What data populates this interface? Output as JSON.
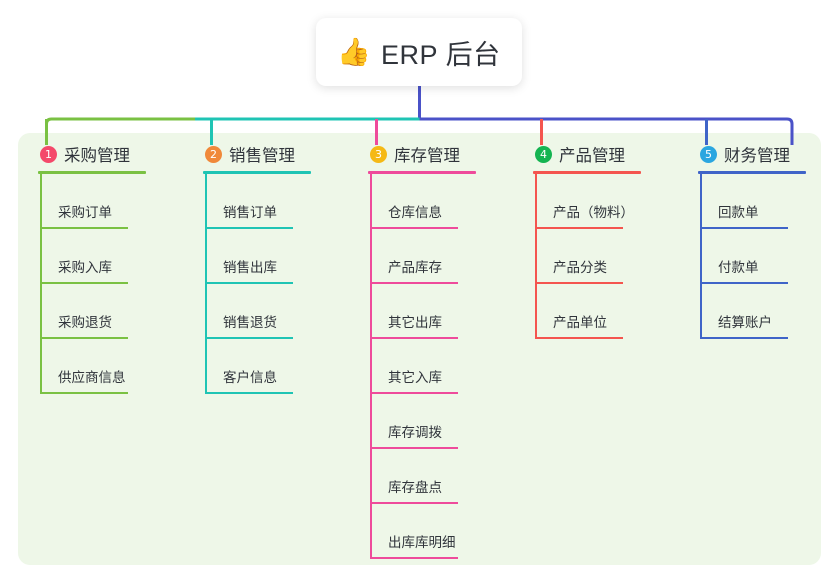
{
  "root": {
    "icon": "thumbs-up-icon",
    "emoji": "👍",
    "title": "ERP 后台"
  },
  "palette": {
    "page_background": "#ffffff",
    "panel_background": "#eef7e8",
    "text": "#30343b"
  },
  "columns": [
    {
      "number": "1",
      "title": "采购管理",
      "badge_color": "#f4496a",
      "line_color": "#7ac143",
      "items": [
        {
          "label": "采购订单"
        },
        {
          "label": "采购入库"
        },
        {
          "label": "采购退货"
        },
        {
          "label": "供应商信息"
        }
      ]
    },
    {
      "number": "2",
      "title": "销售管理",
      "badge_color": "#f0893a",
      "line_color": "#1fc4b4",
      "items": [
        {
          "label": "销售订单"
        },
        {
          "label": "销售出库"
        },
        {
          "label": "销售退货"
        },
        {
          "label": "客户信息"
        }
      ]
    },
    {
      "number": "3",
      "title": "库存管理",
      "badge_color": "#f5b915",
      "line_color": "#ee4b9b",
      "items": [
        {
          "label": "仓库信息"
        },
        {
          "label": "产品库存"
        },
        {
          "label": "其它出库"
        },
        {
          "label": "其它入库"
        },
        {
          "label": "库存调拨"
        },
        {
          "label": "库存盘点"
        },
        {
          "label": "出库库明细"
        }
      ]
    },
    {
      "number": "4",
      "title": "产品管理",
      "badge_color": "#14b451",
      "line_color": "#f4554f",
      "items": [
        {
          "label": "产品（物料）"
        },
        {
          "label": "产品分类"
        },
        {
          "label": "产品单位"
        }
      ]
    },
    {
      "number": "5",
      "title": "财务管理",
      "badge_color": "#2ba6e0",
      "line_color": "#3f64c8",
      "items": [
        {
          "label": "回款单"
        },
        {
          "label": "付款单"
        },
        {
          "label": "结算账户"
        }
      ]
    }
  ],
  "connectors": {
    "trunk_color": "#4a52c8",
    "branch_colors": [
      "#7ac143",
      "#1fc4b4",
      "#4a52c8",
      "#4a52c8",
      "#4a52c8"
    ],
    "stub_colors": [
      "#7ac143",
      "#1fc4b4",
      "#ee4b9b",
      "#f4554f",
      "#3f64c8"
    ]
  }
}
